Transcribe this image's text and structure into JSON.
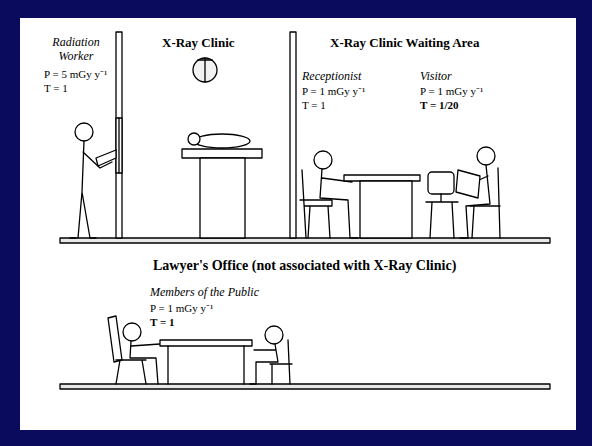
{
  "diagram": {
    "labels": [
      "Radiation Worker",
      "P = 5 mGy y⁻¹",
      "T = 1",
      "X-Ray Clinic",
      "X-Ray Clinic Waiting Area",
      "Receptionist",
      "P = 1 mGy y⁻¹",
      "T = 1",
      "Visitor",
      "P = 1 mGy y⁻¹",
      "T = 1/20",
      "Lawyer's Office (not associated with X-Ray Clinic)",
      "Members of the Public",
      "P = 1 mGy y⁻¹",
      "T = 1"
    ]
  }
}
